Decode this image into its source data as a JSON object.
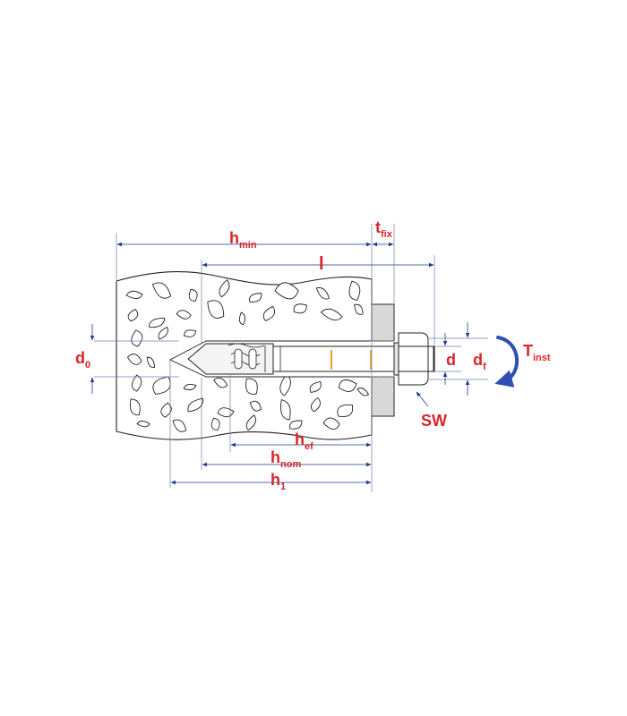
{
  "labels": {
    "h_min": {
      "main": "h",
      "sub": "min"
    },
    "t_fix": {
      "main": "t",
      "sub": "fix"
    },
    "l": {
      "main": "l",
      "sub": ""
    },
    "d_0": {
      "main": "d",
      "sub": "0"
    },
    "d": {
      "main": "d",
      "sub": ""
    },
    "d_f": {
      "main": "d",
      "sub": "f"
    },
    "T_inst": {
      "main": "T",
      "sub": "inst"
    },
    "SW": {
      "main": "SW",
      "sub": ""
    },
    "h_ef": {
      "main": "h",
      "sub": "ef"
    },
    "h_nom": {
      "main": "h",
      "sub": "nom"
    },
    "h_1": {
      "main": "h",
      "sub": "1"
    }
  },
  "colors": {
    "label_red": "#d9252b",
    "dimension_blue": "#1f3a93",
    "outline": "#222222",
    "torque_arrow": "#2f4fb3",
    "washer_fill": "#e6e6e6",
    "fixture_fill": "#d9d9d9",
    "marker_orange": "#f0a030"
  }
}
